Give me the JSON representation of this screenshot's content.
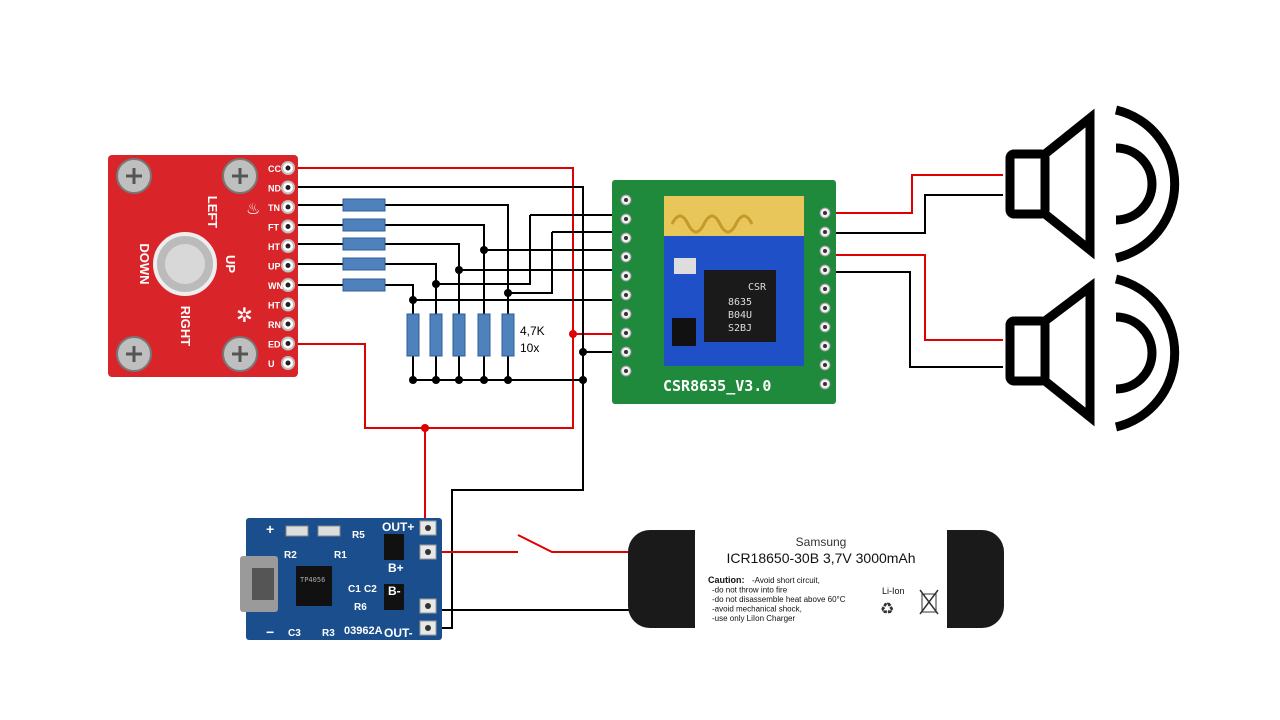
{
  "joystick": {
    "labels": {
      "left": "LEFT",
      "up": "UP",
      "down": "DOWN",
      "right": "RIGHT"
    },
    "pins": [
      "CC",
      "ND",
      "TN",
      "FT",
      "HT",
      "UP",
      "WN",
      "HT",
      "RN",
      "ED",
      "U"
    ],
    "color": "#d9252a"
  },
  "resistors": {
    "value": "4,7K",
    "count": "10x",
    "color": "#4f81bd"
  },
  "bt_module": {
    "name": "CSR8635_V3.0",
    "chip_brand": "CSR",
    "chip_part": "8635",
    "chip_code1": "B04U",
    "chip_code2": "S2BJ",
    "pcb_color": "#1f8a3b"
  },
  "charger": {
    "pin_labels": [
      "OUT+",
      "B+",
      "B-",
      "OUT-"
    ],
    "top_plus": "+",
    "bottom_minus": "−",
    "component_labels": [
      "R2",
      "R1",
      "R5",
      "C1",
      "C2",
      "R6",
      "C3",
      "R3"
    ],
    "board_code": "03962A",
    "ic_text": "TP4056",
    "pcb_color": "#1a4e8c"
  },
  "battery": {
    "brand": "Samsung",
    "model": "ICR18650-30B 3,7V 3000mAh",
    "caution_title": "Caution:",
    "caution_lines": [
      "-Avoid short circuit,",
      "-do not throw into fire",
      "-do not disassemble heat above 60°C",
      "-avoid mechanical shock,",
      "-use only LiIon Charger"
    ],
    "chem": "Li-Ion"
  },
  "wire_colors": {
    "positive": "#e00000",
    "ground": "#000000"
  }
}
